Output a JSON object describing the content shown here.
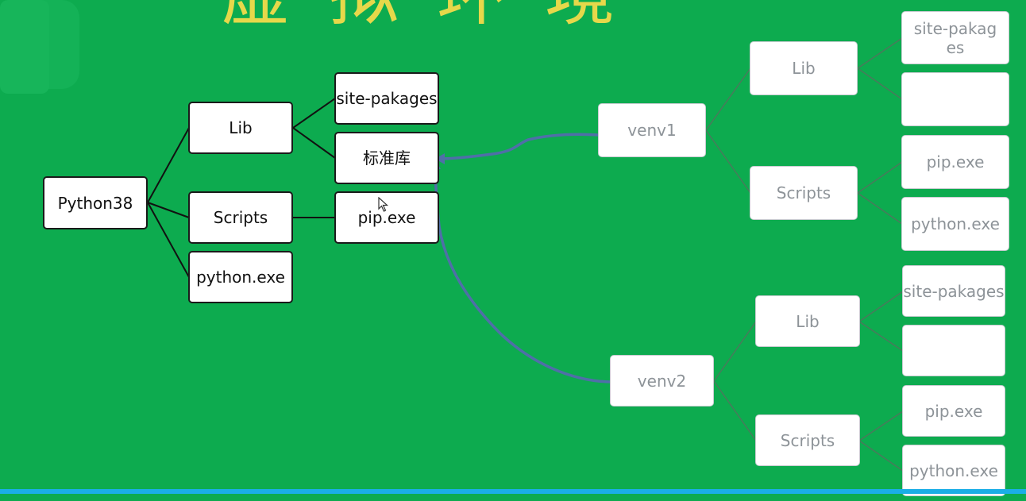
{
  "header": {
    "title": "虚拟环境"
  },
  "nodes": {
    "python38": "Python38",
    "lib": "Lib",
    "scripts": "Scripts",
    "python_exe": "python.exe",
    "site_pakages": "site-pakages",
    "stdlib": "标准库",
    "pip_exe": "pip.exe",
    "venv1": {
      "name": "venv1",
      "lib": "Lib",
      "scripts": "Scripts",
      "site_pakages": "site-pakages",
      "empty": "",
      "pip_exe": "pip.exe",
      "python_exe": "python.exe"
    },
    "venv2": {
      "name": "venv2",
      "lib": "Lib",
      "scripts": "Scripts",
      "site_pakages": "site-pakages",
      "empty": "",
      "pip_exe": "pip.exe",
      "python_exe": "python.exe"
    }
  },
  "colors": {
    "background": "#0dab4f",
    "title": "#e6d84a",
    "link_dark": "#111111",
    "link_light": "#4a7a5c",
    "arrow": "#4f6fa8",
    "bottom_bar": "#1aaee6"
  }
}
